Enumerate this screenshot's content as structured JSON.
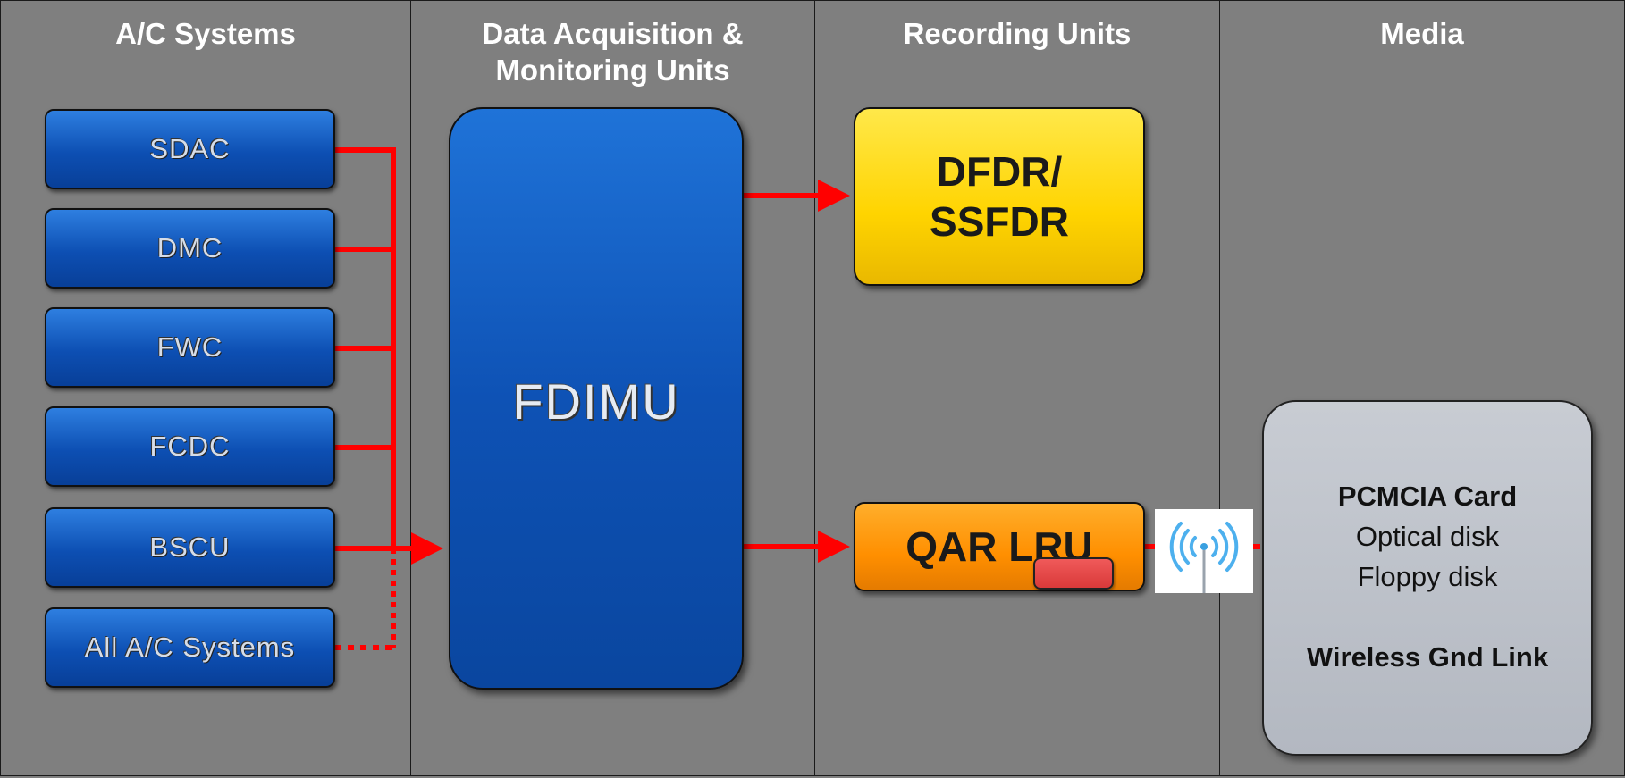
{
  "columns": [
    {
      "title": "A/C Systems"
    },
    {
      "title_line1": "Data Acquisition &",
      "title_line2": "Monitoring Units"
    },
    {
      "title": "Recording Units"
    },
    {
      "title": "Media"
    }
  ],
  "ac_systems": [
    "SDAC",
    "DMC",
    "FWC",
    "FCDC",
    "BSCU",
    "All A/C Systems"
  ],
  "acquisition_unit": "FDIMU",
  "recording_units": {
    "dfdr_line1": "DFDR/",
    "dfdr_line2": "SSFDR",
    "qar": "QAR LRU"
  },
  "media": {
    "pcmcia": "PCMCIA Card",
    "optical": "Optical disk",
    "floppy": "Floppy disk",
    "wireless": "Wireless Gnd Link"
  },
  "colors": {
    "background": "#7f7f7f",
    "system_blue": "#0d4fb3",
    "wire_red": "#ff0000",
    "dfdr_yellow": "#ffd400",
    "qar_orange": "#ff8f00",
    "media_gray": "#b9bec6"
  },
  "icons": {
    "wireless": "wireless-antenna-icon"
  }
}
